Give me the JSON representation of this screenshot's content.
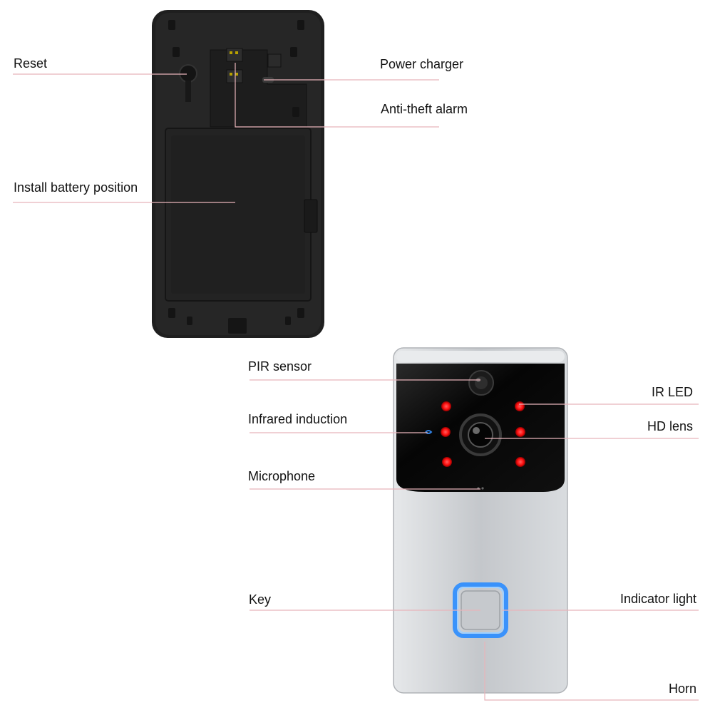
{
  "colors": {
    "leader_line": "#e8b4ba",
    "back_panel": "#1c1c1c",
    "silver_body": "#cfd2d6",
    "front_glass": "#0a0a0a",
    "ir_led": "#ff2020",
    "indicator_ring": "#3aa0ff"
  },
  "labels": {
    "reset": "Reset",
    "power_charger": "Power charger",
    "anti_theft_alarm": "Anti-theft alarm",
    "install_battery_position": "Install battery position",
    "pir_sensor": "PIR sensor",
    "ir_led": "IR LED",
    "infrared_induction": "Infrared induction",
    "hd_lens": "HD lens",
    "microphone": "Microphone",
    "key": "Key",
    "indicator_light": "Indicator light",
    "horn": "Horn"
  }
}
